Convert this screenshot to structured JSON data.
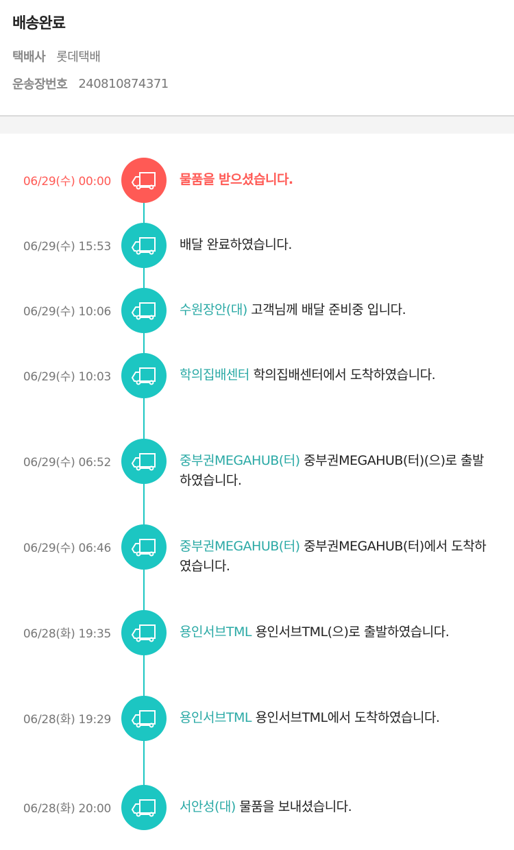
{
  "status": "배송완료",
  "courier_label": "택배사",
  "courier": "롯데택배",
  "tracking_label": "운송장번호",
  "tracking": "240810874371",
  "colors": {
    "accent": "#1cc6c2",
    "highlight": "#ff5a55"
  },
  "events": [
    {
      "date": "06/29(수) 00:00",
      "location": "",
      "message": "물품을 받으셨습니다."
    },
    {
      "date": "06/29(수) 15:53",
      "location": "",
      "message": "배달 완료하였습니다."
    },
    {
      "date": "06/29(수) 10:06",
      "location": "수원장안(대)",
      "message": "고객님께 배달 준비중 입니다."
    },
    {
      "date": "06/29(수) 10:03",
      "location": "학의집배센터",
      "message": "학의집배센터에서 도착하였습니다."
    },
    {
      "date": "06/29(수) 06:52",
      "location": "중부권MEGAHUB(터)",
      "message": "중부권MEGAHUB(터)(으)로 출발하였습니다."
    },
    {
      "date": "06/29(수) 06:46",
      "location": "중부권MEGAHUB(터)",
      "message": "중부권MEGAHUB(터)에서 도착하였습니다."
    },
    {
      "date": "06/28(화) 19:35",
      "location": "용인서브TML",
      "message": "용인서브TML(으)로 출발하였습니다."
    },
    {
      "date": "06/28(화) 19:29",
      "location": "용인서브TML",
      "message": "용인서브TML에서 도착하였습니다."
    },
    {
      "date": "06/28(화) 20:00",
      "location": "서안성(대)",
      "message": "물품을 보내셨습니다."
    }
  ]
}
